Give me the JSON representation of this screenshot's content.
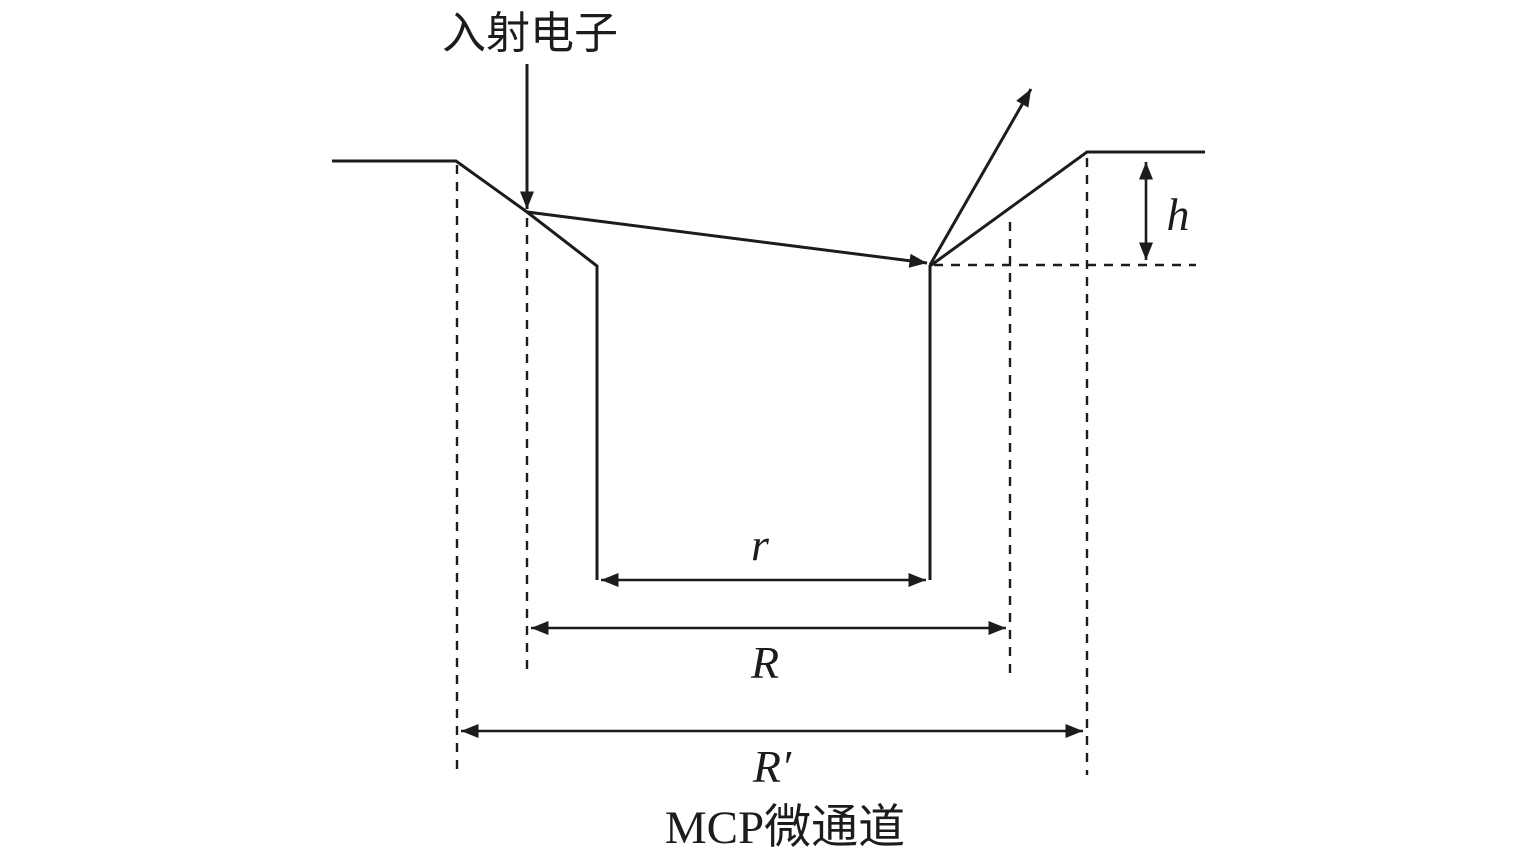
{
  "colors": {
    "ink": "#1c1c1c",
    "bg": "#ffffff"
  },
  "labels": {
    "incident_electron": "入射电子",
    "h": "h",
    "r": "r",
    "R": "R",
    "R_prime": "R′",
    "caption": "MCP微通道"
  }
}
